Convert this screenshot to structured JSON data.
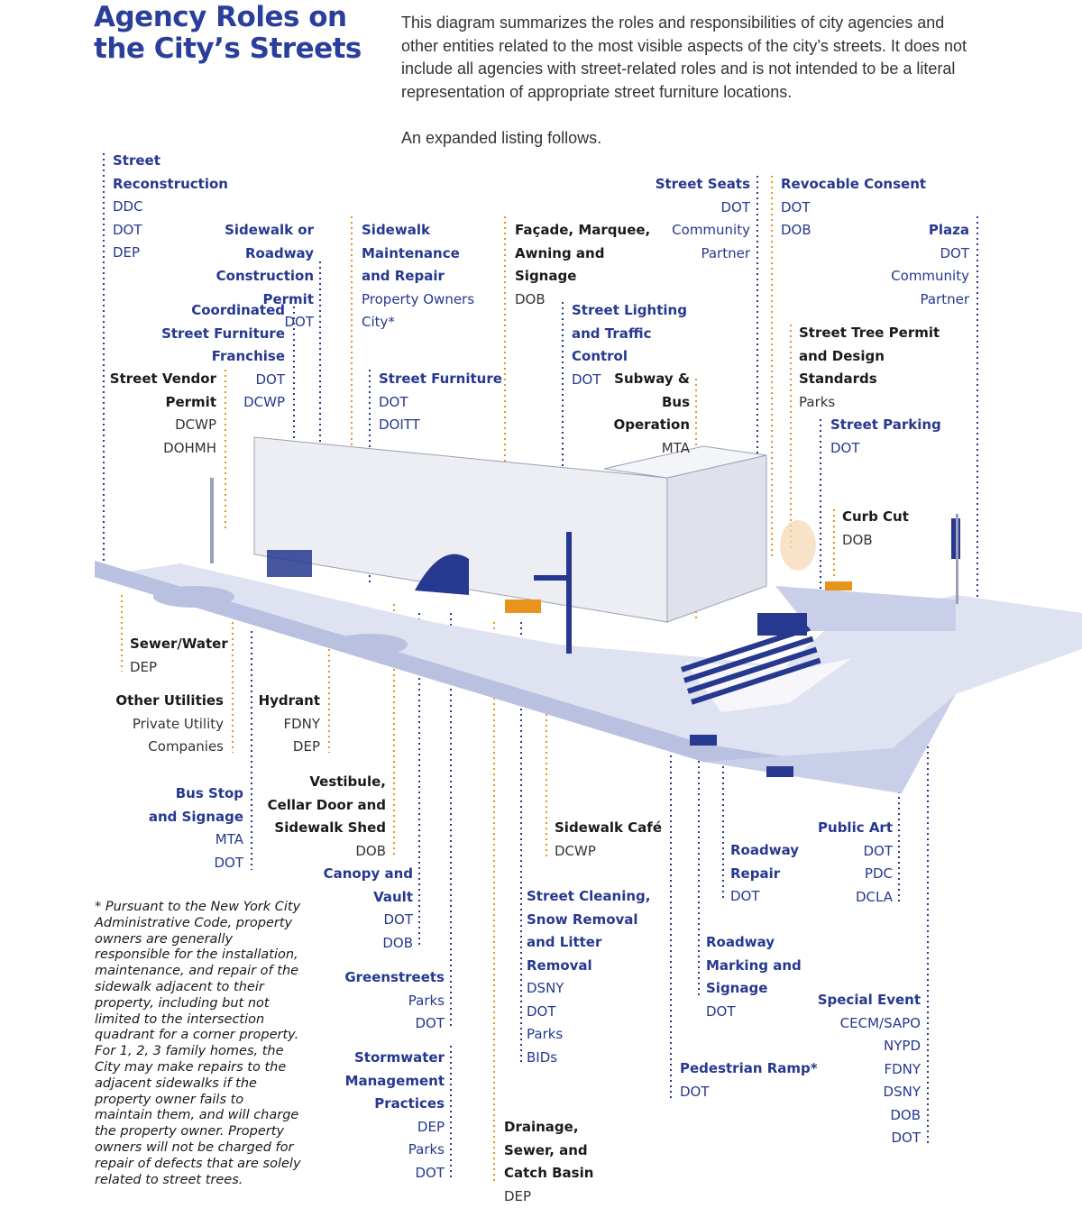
{
  "title": "Agency Roles on the City’s Streets",
  "intro": "This diagram summarizes the roles and responsibilities of city agencies and other entities related to the most visible aspects of the city’s streets. It does not include all agencies with street-related roles and is not intended to be a literal representation of appropriate street furniture locations.",
  "intro2": "An expanded listing follows.",
  "colors": {
    "navy": "#26388f",
    "orange": "#e8941a",
    "lavender": "#c9cfe8",
    "road": "#dfe2f0"
  },
  "labels": {
    "street_reconstruction": {
      "title": "Street Reconstruction",
      "agencies": [
        "DDC",
        "DOT",
        "DEP"
      ]
    },
    "sidewalk_roadway_permit": {
      "title": "Sidewalk or Roadway Construction Permit",
      "agencies": [
        "DOT"
      ]
    },
    "coordinated_franchise": {
      "title": "Coordinated Street Furniture Franchise",
      "agencies": [
        "DOT",
        "DCWP"
      ]
    },
    "street_vendor_permit": {
      "title": "Street Vendor Permit",
      "agencies": [
        "DCWP",
        "DOHMH"
      ]
    },
    "sidewalk_maintenance": {
      "title": "Sidewalk Maintenance and Repair",
      "agencies": [
        "Property Owners",
        "City*"
      ]
    },
    "street_furniture": {
      "title": "Street Furniture",
      "agencies": [
        "DOT",
        "DOITT"
      ]
    },
    "facade": {
      "title": "Façade, Marquee, Awning and Signage",
      "agencies": [
        "DOB"
      ]
    },
    "street_lighting": {
      "title": "Street Lighting and Traffic Control",
      "agencies": [
        "DOT"
      ]
    },
    "subway_bus": {
      "title": "Subway & Bus Operation",
      "agencies": [
        "MTA"
      ]
    },
    "street_seats": {
      "title": "Street Seats",
      "agencies": [
        "DOT",
        "Community",
        "Partner"
      ]
    },
    "revocable_consent": {
      "title": "Revocable Consent",
      "agencies": [
        "DOT",
        "DOB"
      ]
    },
    "plaza": {
      "title": "Plaza",
      "agencies": [
        "DOT",
        "Community",
        "Partner"
      ]
    },
    "street_tree": {
      "title": "Street Tree Permit and Design Standards",
      "agencies": [
        "Parks"
      ]
    },
    "street_parking": {
      "title": "Street Parking",
      "agencies": [
        "DOT"
      ]
    },
    "curb_cut": {
      "title": "Curb Cut",
      "agencies": [
        "DOB"
      ]
    },
    "sewer_water": {
      "title": "Sewer/Water",
      "agencies": [
        "DEP"
      ]
    },
    "other_utilities": {
      "title": "Other Utilities",
      "agencies": [
        "Private Utility",
        "Companies"
      ]
    },
    "hydrant": {
      "title": "Hydrant",
      "agencies": [
        "FDNY",
        "DEP"
      ]
    },
    "bus_stop": {
      "title": "Bus Stop and Signage",
      "agencies": [
        "MTA",
        "DOT"
      ]
    },
    "vestibule": {
      "title": "Vestibule, Cellar Door and Sidewalk Shed",
      "agencies": [
        "DOB"
      ]
    },
    "canopy": {
      "title": "Canopy and Vault",
      "agencies": [
        "DOT",
        "DOB"
      ]
    },
    "greenstreets": {
      "title": "Greenstreets",
      "agencies": [
        "Parks",
        "DOT"
      ]
    },
    "stormwater": {
      "title": "Stormwater Management Practices",
      "agencies": [
        "DEP",
        "Parks",
        "DOT"
      ]
    },
    "sidewalk_cafe": {
      "title": "Sidewalk Café",
      "agencies": [
        "DCWP"
      ]
    },
    "street_cleaning": {
      "title": "Street Cleaning, Snow Removal and Litter Removal",
      "agencies": [
        "DSNY",
        "DOT",
        "Parks",
        "BIDs"
      ]
    },
    "drainage": {
      "title": "Drainage, Sewer, and Catch Basin",
      "agencies": [
        "DEP"
      ]
    },
    "roadway_repair": {
      "title": "Roadway Repair",
      "agencies": [
        "DOT"
      ]
    },
    "roadway_marking": {
      "title": "Roadway Marking and Signage",
      "agencies": [
        "DOT"
      ]
    },
    "pedestrian_ramp": {
      "title": "Pedestrian Ramp*",
      "agencies": [
        "DOT"
      ]
    },
    "public_art": {
      "title": "Public Art",
      "agencies": [
        "DOT",
        "PDC",
        "DCLA"
      ]
    },
    "special_event": {
      "title": "Special Event",
      "agencies": [
        "CECM/SAPO",
        "NYPD",
        "FDNY",
        "DSNY",
        "DOB",
        "DOT"
      ]
    }
  },
  "footnote": "* Pursuant to the New York City Administrative Code, property owners are generally responsible for the installation, maintenance, and repair of the sidewalk adjacent to their property, including but not limited to the intersection quadrant for a corner property. For 1, 2, 3 family homes, the City may make repairs to the adjacent sidewalks if the property owner fails to maintain them, and will charge the property owner. Property owners will not be charged for repair of defects that are solely related to street trees."
}
